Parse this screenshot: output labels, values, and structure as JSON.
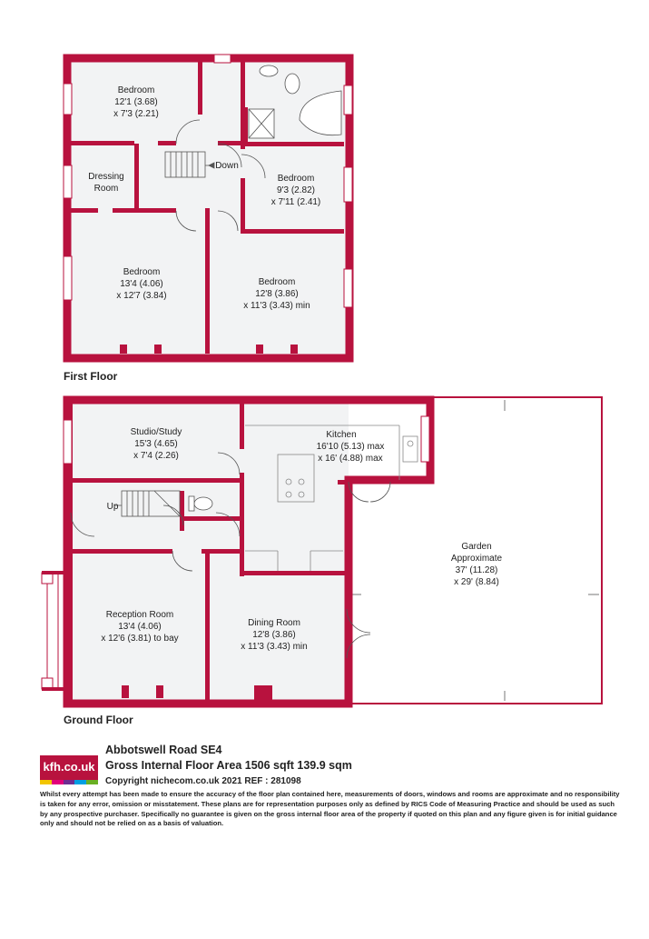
{
  "first_floor": {
    "label": "First Floor",
    "rooms": [
      {
        "id": "bedroom-1",
        "name": "Bedroom",
        "dims": [
          "12'1 (3.68)",
          "x 7'3 (2.21)"
        ]
      },
      {
        "id": "dressing-room",
        "name": "Dressing",
        "name2": "Room"
      },
      {
        "id": "bedroom-2",
        "name": "Bedroom",
        "dims": [
          "9'3 (2.82)",
          "x 7'11 (2.41)"
        ]
      },
      {
        "id": "bedroom-3",
        "name": "Bedroom",
        "dims": [
          "13'4 (4.06)",
          "x 12'7 (3.84)"
        ]
      },
      {
        "id": "bedroom-4",
        "name": "Bedroom",
        "dims": [
          "12'8 (3.86)",
          "x 11'3 (3.43) min"
        ]
      }
    ],
    "stairs_label": "Down"
  },
  "ground_floor": {
    "label": "Ground Floor",
    "rooms": [
      {
        "id": "studio-study",
        "name": "Studio/Study",
        "dims": [
          "15'3 (4.65)",
          "x 7'4 (2.26)"
        ]
      },
      {
        "id": "kitchen",
        "name": "Kitchen",
        "dims": [
          "16'10 (5.13) max",
          "x 16' (4.88) max"
        ]
      },
      {
        "id": "garden",
        "name": "Garden",
        "name2": "Approximate",
        "dims": [
          "37' (11.28)",
          "x 29' (8.84)"
        ]
      },
      {
        "id": "reception-room",
        "name": "Reception Room",
        "dims": [
          "13'4 (4.06)",
          "x 12'6 (3.81) to bay"
        ]
      },
      {
        "id": "dining-room",
        "name": "Dining Room",
        "dims": [
          "12'8 (3.86)",
          "x 11'3 (3.43) min"
        ]
      }
    ],
    "stairs_label": "Up"
  },
  "footer": {
    "logo_text": "kfh.co.uk",
    "address": "Abbotswell Road SE4",
    "gross_area": "Gross Internal Floor Area 1506 sqft 139.9 sqm",
    "copyright": "Copyright nichecom.co.uk 2021 REF : 281098",
    "disclaimer": "Whilst every attempt has been made to ensure the accuracy of the floor plan contained here, measurements of doors, windows and rooms are approximate and no responsibility is taken for any error, omission or misstatement.  These plans are for representation purposes only as defined by RICS Code of Measuring Practice and should be used as such by any prospective purchaser.  Specifically no guarantee is given on the gross internal floor area of the property if quoted on this plan and any figure given is for initial guidance only and should not be relied on as a basis of valuation."
  },
  "colors": {
    "wall": "#b8123e",
    "floor": "#f2f3f4",
    "window": "#ffffff",
    "logo_strip": [
      "#f2c500",
      "#e2007a",
      "#6f2c91",
      "#009fe3",
      "#6ab023"
    ]
  }
}
